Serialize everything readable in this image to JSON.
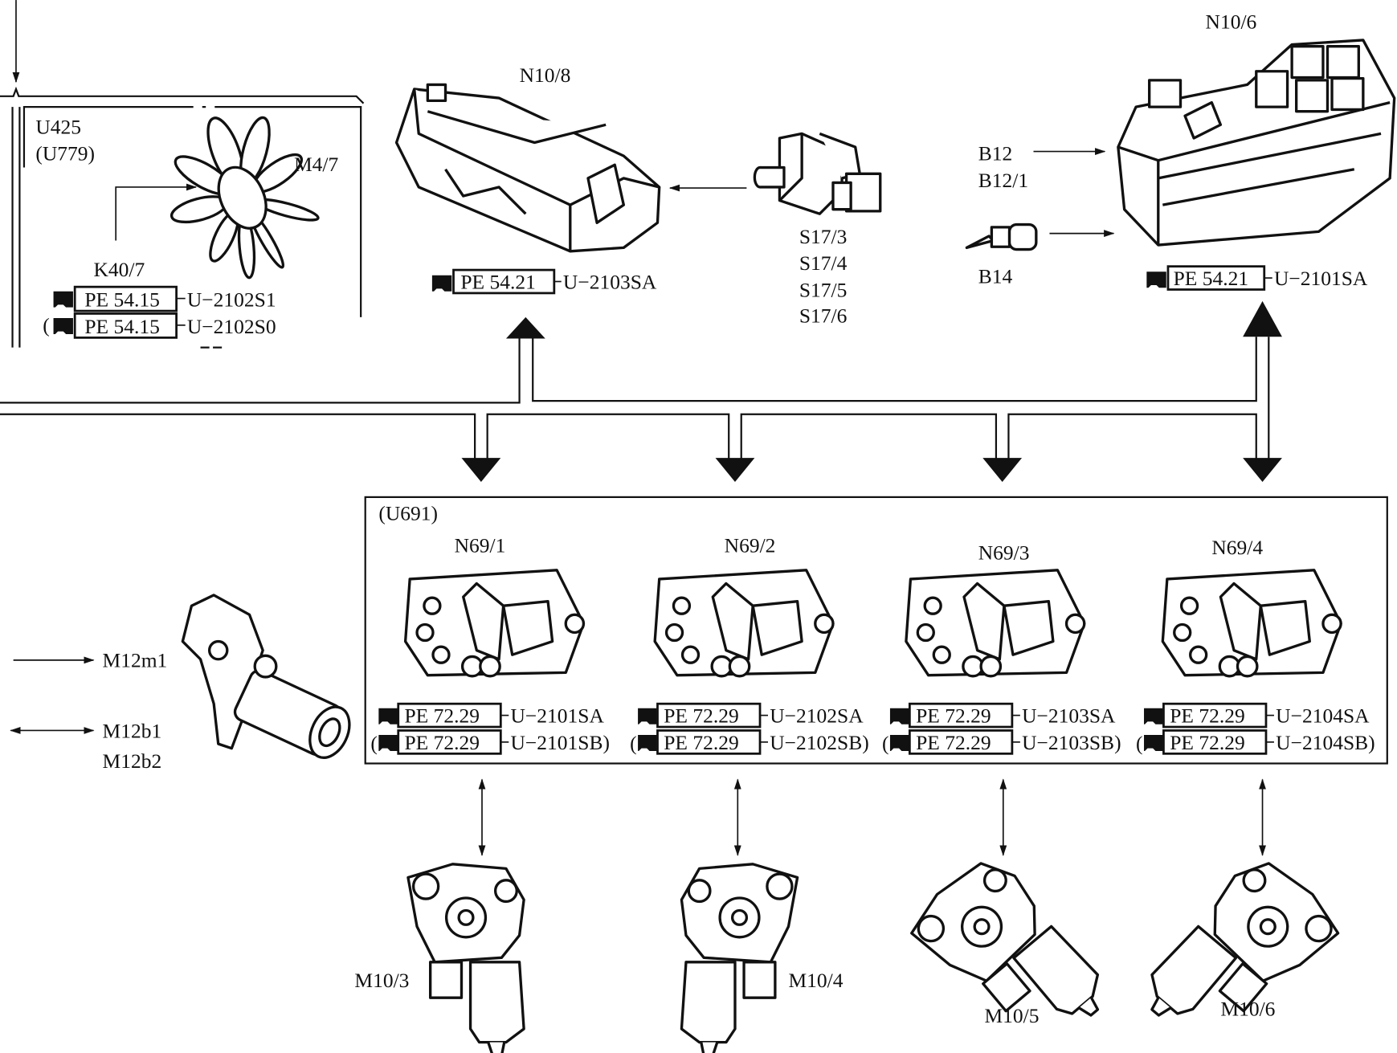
{
  "top_left": {
    "group_label": "U425",
    "group_alt_label": "(U779)",
    "fan_label": "M4/7",
    "relay_label": "K40/7",
    "codes": [
      {
        "prefix": "",
        "pe": "PE 54.15",
        "ref": "U−2102S1"
      },
      {
        "prefix": "(",
        "pe": "PE 54.15",
        "ref": "U−2102S0"
      }
    ]
  },
  "n10_8": {
    "label": "N10/8",
    "pe": "PE 54.21",
    "ref": "U−2103SA"
  },
  "s17": {
    "labels": [
      "S17/3",
      "S17/4",
      "S17/5",
      "S17/6"
    ]
  },
  "n10_6": {
    "label": "N10/6",
    "inputs": [
      "B12",
      "B12/1"
    ],
    "sensor_label": "B14",
    "pe": "PE 54.21",
    "ref": "U−2101SA"
  },
  "m12": {
    "labels": [
      "M12m1",
      "M12b1",
      "M12b2"
    ]
  },
  "u691": {
    "group_label": "(U691)",
    "modules": [
      {
        "label": "N69/1",
        "codes": [
          {
            "pe": "PE 72.29",
            "ref": "U−2101SA",
            "prefix": "",
            "suffix": ""
          },
          {
            "pe": "PE 72.29",
            "ref": "U−2101SB",
            "prefix": "(",
            "suffix": ")"
          }
        ],
        "motor": "M10/3"
      },
      {
        "label": "N69/2",
        "codes": [
          {
            "pe": "PE 72.29",
            "ref": "U−2102SA",
            "prefix": "",
            "suffix": ""
          },
          {
            "pe": "PE 72.29",
            "ref": "U−2102SB",
            "prefix": "(",
            "suffix": ")"
          }
        ],
        "motor": "M10/4"
      },
      {
        "label": "N69/3",
        "codes": [
          {
            "pe": "PE 72.29",
            "ref": "U−2103SA",
            "prefix": "",
            "suffix": ""
          },
          {
            "pe": "PE 72.29",
            "ref": "U−2103SB",
            "prefix": "(",
            "suffix": ")"
          }
        ],
        "motor": "M10/5"
      },
      {
        "label": "N69/4",
        "codes": [
          {
            "pe": "PE 72.29",
            "ref": "U−2104SA",
            "prefix": "",
            "suffix": ""
          },
          {
            "pe": "PE 72.29",
            "ref": "U−2104SB",
            "prefix": "(",
            "suffix": ")"
          }
        ],
        "motor": "M10/6"
      }
    ]
  }
}
